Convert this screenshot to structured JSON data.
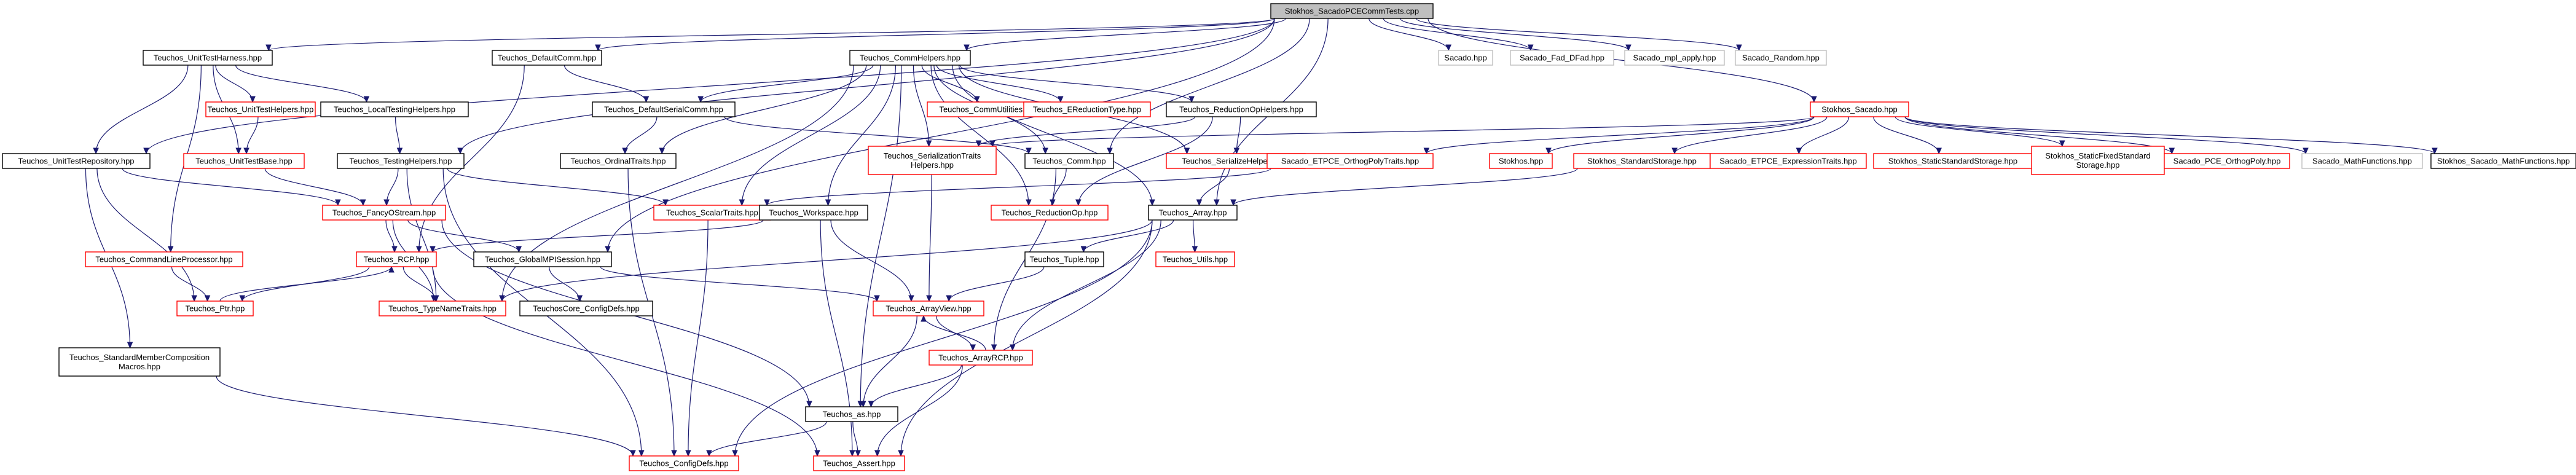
{
  "colors": {
    "edge": "#191970",
    "black_border": "#000000",
    "red_border": "#ff0000",
    "gray_border": "#bfbfbf",
    "root_fill": "#bfbfbf",
    "node_fill": "#ffffff"
  },
  "nodes": [
    {
      "id": "root",
      "label": [
        "Stokhos_SacadoPCECommTests.cpp"
      ],
      "style": "root"
    },
    {
      "id": "unittestharness",
      "label": [
        "Teuchos_UnitTestHarness.hpp"
      ],
      "style": "black"
    },
    {
      "id": "defaultcomm",
      "label": [
        "Teuchos_DefaultComm.hpp"
      ],
      "style": "black"
    },
    {
      "id": "commhelpers",
      "label": [
        "Teuchos_CommHelpers.hpp"
      ],
      "style": "black"
    },
    {
      "id": "sacado",
      "label": [
        "Sacado.hpp"
      ],
      "style": "gray"
    },
    {
      "id": "sacado_fad_dfad",
      "label": [
        "Sacado_Fad_DFad.hpp"
      ],
      "style": "gray"
    },
    {
      "id": "sacado_mpl_apply",
      "label": [
        "Sacado_mpl_apply.hpp"
      ],
      "style": "gray"
    },
    {
      "id": "sacado_random",
      "label": [
        "Sacado_Random.hpp"
      ],
      "style": "gray"
    },
    {
      "id": "stokhos_sacado",
      "label": [
        "Stokhos_Sacado.hpp"
      ],
      "style": "red"
    },
    {
      "id": "unittesthelpers",
      "label": [
        "Teuchos_UnitTestHelpers.hpp"
      ],
      "style": "red"
    },
    {
      "id": "localtestinghelpers",
      "label": [
        "Teuchos_LocalTestingHelpers.hpp"
      ],
      "style": "black"
    },
    {
      "id": "defaultserialcomm",
      "label": [
        "Teuchos_DefaultSerialComm.hpp"
      ],
      "style": "black"
    },
    {
      "id": "commutilities",
      "label": [
        "Teuchos_CommUtilities.hpp"
      ],
      "style": "red"
    },
    {
      "id": "ereductiontype",
      "label": [
        "Teuchos_EReductionType.hpp"
      ],
      "style": "red"
    },
    {
      "id": "reductionophelpers",
      "label": [
        "Teuchos_ReductionOpHelpers.hpp"
      ],
      "style": "black"
    },
    {
      "id": "unittestrepository",
      "label": [
        "Teuchos_UnitTestRepository.hpp"
      ],
      "style": "black"
    },
    {
      "id": "unittestbase",
      "label": [
        "Teuchos_UnitTestBase.hpp"
      ],
      "style": "red"
    },
    {
      "id": "testinghelpers",
      "label": [
        "Teuchos_TestingHelpers.hpp"
      ],
      "style": "black"
    },
    {
      "id": "ordinaltraits",
      "label": [
        "Teuchos_OrdinalTraits.hpp"
      ],
      "style": "black"
    },
    {
      "id": "serializationtraitshelpers",
      "label": [
        "Teuchos_SerializationTraits",
        "Helpers.hpp"
      ],
      "style": "red"
    },
    {
      "id": "comm",
      "label": [
        "Teuchos_Comm.hpp"
      ],
      "style": "black"
    },
    {
      "id": "serializehelpers",
      "label": [
        "Teuchos_SerializeHelpers.hpp"
      ],
      "style": "red"
    },
    {
      "id": "sacado_etpce_orthogpolytraits",
      "label": [
        "Sacado_ETPCE_OrthogPolyTraits.hpp"
      ],
      "style": "red"
    },
    {
      "id": "stokhos_hpp",
      "label": [
        "Stokhos.hpp"
      ],
      "style": "red"
    },
    {
      "id": "stokhos_standardstorage",
      "label": [
        "Stokhos_StandardStorage.hpp"
      ],
      "style": "red"
    },
    {
      "id": "sacado_etpce_expressiontraits",
      "label": [
        "Sacado_ETPCE_ExpressionTraits.hpp"
      ],
      "style": "red"
    },
    {
      "id": "stokhos_staticstandardstorage",
      "label": [
        "Stokhos_StaticStandardStorage.hpp"
      ],
      "style": "red"
    },
    {
      "id": "stokhos_staticfixedstandardstorage",
      "label": [
        "Stokhos_StaticFixedStandard",
        "Storage.hpp"
      ],
      "style": "red"
    },
    {
      "id": "sacado_pce_orthogpoly",
      "label": [
        "Sacado_PCE_OrthogPoly.hpp"
      ],
      "style": "red"
    },
    {
      "id": "sacado_mathfunctions",
      "label": [
        "Sacado_MathFunctions.hpp"
      ],
      "style": "gray"
    },
    {
      "id": "stokhos_sacado_mathfunctions",
      "label": [
        "Stokhos_Sacado_MathFunctions.hpp"
      ],
      "style": "black"
    },
    {
      "id": "fancyostream",
      "label": [
        "Teuchos_FancyOStream.hpp"
      ],
      "style": "red"
    },
    {
      "id": "scalartraits",
      "label": [
        "Teuchos_ScalarTraits.hpp"
      ],
      "style": "red"
    },
    {
      "id": "workspace",
      "label": [
        "Teuchos_Workspace.hpp"
      ],
      "style": "black"
    },
    {
      "id": "reductionop",
      "label": [
        "Teuchos_ReductionOp.hpp"
      ],
      "style": "red"
    },
    {
      "id": "array",
      "label": [
        "Teuchos_Array.hpp"
      ],
      "style": "black"
    },
    {
      "id": "commandlineprocessor",
      "label": [
        "Teuchos_CommandLineProcessor.hpp"
      ],
      "style": "red"
    },
    {
      "id": "rcp",
      "label": [
        "Teuchos_RCP.hpp"
      ],
      "style": "red"
    },
    {
      "id": "globalmpisession",
      "label": [
        "Teuchos_GlobalMPISession.hpp"
      ],
      "style": "black"
    },
    {
      "id": "tuple",
      "label": [
        "Teuchos_Tuple.hpp"
      ],
      "style": "black"
    },
    {
      "id": "utils",
      "label": [
        "Teuchos_Utils.hpp"
      ],
      "style": "red"
    },
    {
      "id": "ptr",
      "label": [
        "Teuchos_Ptr.hpp"
      ],
      "style": "red"
    },
    {
      "id": "typenametraits",
      "label": [
        "Teuchos_TypeNameTraits.hpp"
      ],
      "style": "red"
    },
    {
      "id": "teuchoscore_configdefs",
      "label": [
        "TeuchosCore_ConfigDefs.hpp"
      ],
      "style": "black"
    },
    {
      "id": "arrayview",
      "label": [
        "Teuchos_ArrayView.hpp"
      ],
      "style": "red"
    },
    {
      "id": "arrayrcp",
      "label": [
        "Teuchos_ArrayRCP.hpp"
      ],
      "style": "red"
    },
    {
      "id": "standardmembercomposition",
      "label": [
        "Teuchos_StandardMemberComposition",
        "Macros.hpp"
      ],
      "style": "black"
    },
    {
      "id": "as",
      "label": [
        "Teuchos_as.hpp"
      ],
      "style": "black"
    },
    {
      "id": "configdefs",
      "label": [
        "Teuchos_ConfigDefs.hpp"
      ],
      "style": "red"
    },
    {
      "id": "assert",
      "label": [
        "Teuchos_Assert.hpp"
      ],
      "style": "red"
    }
  ],
  "edges": [
    [
      "root",
      "unittestharness"
    ],
    [
      "root",
      "defaultcomm"
    ],
    [
      "root",
      "commhelpers"
    ],
    [
      "root",
      "sacado"
    ],
    [
      "root",
      "sacado_fad_dfad"
    ],
    [
      "root",
      "sacado_mpl_apply"
    ],
    [
      "root",
      "sacado_random"
    ],
    [
      "root",
      "stokhos_sacado"
    ],
    [
      "root",
      "unittestrepository"
    ],
    [
      "root",
      "testinghelpers"
    ],
    [
      "root",
      "globalmpisession"
    ],
    [
      "root",
      "array"
    ],
    [
      "root",
      "comm"
    ],
    [
      "unittestharness",
      "unittesthelpers"
    ],
    [
      "unittestharness",
      "localtestinghelpers"
    ],
    [
      "unittestharness",
      "unittestrepository"
    ],
    [
      "unittestharness",
      "unittestbase"
    ],
    [
      "unittestharness",
      "commandlineprocessor"
    ],
    [
      "unittesthelpers",
      "unittestbase"
    ],
    [
      "localtestinghelpers",
      "testinghelpers"
    ],
    [
      "defaultcomm",
      "defaultserialcomm"
    ],
    [
      "defaultcomm",
      "rcp"
    ],
    [
      "commhelpers",
      "commutilities"
    ],
    [
      "commhelpers",
      "ereductiontype"
    ],
    [
      "commhelpers",
      "reductionophelpers"
    ],
    [
      "commhelpers",
      "defaultserialcomm"
    ],
    [
      "commhelpers",
      "ordinaltraits"
    ],
    [
      "commhelpers",
      "serializationtraitshelpers"
    ],
    [
      "commhelpers",
      "comm"
    ],
    [
      "commhelpers",
      "serializehelpers"
    ],
    [
      "commhelpers",
      "scalartraits"
    ],
    [
      "commhelpers",
      "workspace"
    ],
    [
      "commhelpers",
      "array"
    ],
    [
      "commhelpers",
      "as"
    ],
    [
      "commhelpers",
      "typenametraits"
    ],
    [
      "commhelpers",
      "reductionop"
    ],
    [
      "defaultserialcomm",
      "ordinaltraits"
    ],
    [
      "defaultserialcomm",
      "comm"
    ],
    [
      "reductionophelpers",
      "serializationtraitshelpers"
    ],
    [
      "reductionophelpers",
      "serializehelpers"
    ],
    [
      "reductionophelpers",
      "reductionop"
    ],
    [
      "unittestrepository",
      "fancyostream"
    ],
    [
      "unittestrepository",
      "ptr"
    ],
    [
      "unittestrepository",
      "standardmembercomposition"
    ],
    [
      "unittestbase",
      "fancyostream"
    ],
    [
      "testinghelpers",
      "fancyostream"
    ],
    [
      "testinghelpers",
      "scalartraits"
    ],
    [
      "testinghelpers",
      "typenametraits"
    ],
    [
      "testinghelpers",
      "configdefs"
    ],
    [
      "ordinaltraits",
      "configdefs"
    ],
    [
      "serializationtraitshelpers",
      "arrayview"
    ],
    [
      "comm",
      "reductionop"
    ],
    [
      "comm",
      "arrayrcp"
    ],
    [
      "serializehelpers",
      "array"
    ],
    [
      "sacado_etpce_orthogpolytraits",
      "scalartraits"
    ],
    [
      "stokhos_sacado",
      "sacado_etpce_orthogpolytraits"
    ],
    [
      "stokhos_sacado",
      "stokhos_hpp"
    ],
    [
      "stokhos_sacado",
      "stokhos_standardstorage"
    ],
    [
      "stokhos_sacado",
      "sacado_etpce_expressiontraits"
    ],
    [
      "stokhos_sacado",
      "stokhos_staticstandardstorage"
    ],
    [
      "stokhos_sacado",
      "stokhos_staticfixedstandardstorage"
    ],
    [
      "stokhos_sacado",
      "sacado_pce_orthogpoly"
    ],
    [
      "stokhos_sacado",
      "sacado_mathfunctions"
    ],
    [
      "stokhos_sacado",
      "stokhos_sacado_mathfunctions"
    ],
    [
      "stokhos_sacado",
      "serializationtraitshelpers"
    ],
    [
      "stokhos_standardstorage",
      "array"
    ],
    [
      "fancyostream",
      "rcp"
    ],
    [
      "fancyostream",
      "globalmpisession"
    ],
    [
      "fancyostream",
      "typenametraits"
    ],
    [
      "fancyostream",
      "as"
    ],
    [
      "scalartraits",
      "configdefs"
    ],
    [
      "workspace",
      "rcp"
    ],
    [
      "workspace",
      "arrayview"
    ],
    [
      "workspace",
      "assert"
    ],
    [
      "array",
      "tuple"
    ],
    [
      "array",
      "utils"
    ],
    [
      "array",
      "arrayrcp"
    ],
    [
      "array",
      "configdefs"
    ],
    [
      "array",
      "assert"
    ],
    [
      "array",
      "typenametraits"
    ],
    [
      "commandlineprocessor",
      "ptr"
    ],
    [
      "rcp",
      "ptr"
    ],
    [
      "rcp",
      "typenametraits"
    ],
    [
      "rcp",
      "assert"
    ],
    [
      "ptr",
      "rcp"
    ],
    [
      "globalmpisession",
      "teuchoscore_configdefs"
    ],
    [
      "globalmpisession",
      "arrayview"
    ],
    [
      "tuple",
      "arrayview"
    ],
    [
      "arrayview",
      "arrayrcp"
    ],
    [
      "arrayview",
      "as"
    ],
    [
      "arrayrcp",
      "arrayview"
    ],
    [
      "arrayrcp",
      "as"
    ],
    [
      "arrayrcp",
      "assert"
    ],
    [
      "standardmembercomposition",
      "configdefs"
    ],
    [
      "as",
      "configdefs"
    ],
    [
      "as",
      "assert"
    ]
  ]
}
